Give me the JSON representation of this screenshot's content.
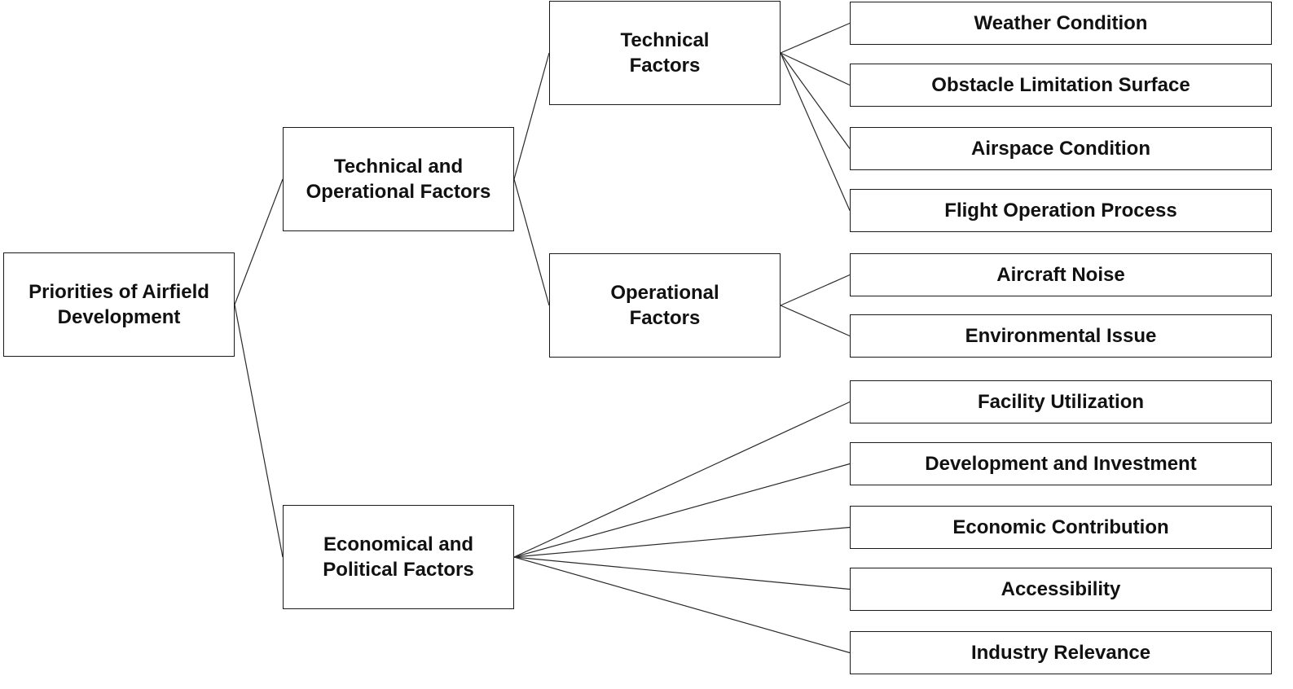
{
  "diagram": {
    "nodes": [
      {
        "id": "root",
        "label": "Priorities of Airfield\nDevelopment"
      },
      {
        "id": "tech_op",
        "label": "Technical and\nOperational Factors"
      },
      {
        "id": "econ_pol",
        "label": "Economical and\nPolitical Factors"
      },
      {
        "id": "technical",
        "label": "Technical\nFactors"
      },
      {
        "id": "operational",
        "label": "Operational\nFactors"
      },
      {
        "id": "weather",
        "label": "Weather Condition"
      },
      {
        "id": "obstacle",
        "label": "Obstacle Limitation Surface"
      },
      {
        "id": "airspace",
        "label": "Airspace Condition"
      },
      {
        "id": "flight_op",
        "label": "Flight Operation Process"
      },
      {
        "id": "noise",
        "label": "Aircraft Noise"
      },
      {
        "id": "env",
        "label": "Environmental Issue"
      },
      {
        "id": "facility",
        "label": "Facility Utilization"
      },
      {
        "id": "dev_inv",
        "label": "Development and Investment"
      },
      {
        "id": "econ_contrib",
        "label": "Economic Contribution"
      },
      {
        "id": "access",
        "label": "Accessibility"
      },
      {
        "id": "industry",
        "label": "Industry Relevance"
      }
    ],
    "edges": [
      {
        "from": "root",
        "to": "tech_op"
      },
      {
        "from": "root",
        "to": "econ_pol"
      },
      {
        "from": "tech_op",
        "to": "technical"
      },
      {
        "from": "tech_op",
        "to": "operational"
      },
      {
        "from": "technical",
        "to": "weather"
      },
      {
        "from": "technical",
        "to": "obstacle"
      },
      {
        "from": "technical",
        "to": "airspace"
      },
      {
        "from": "technical",
        "to": "flight_op"
      },
      {
        "from": "operational",
        "to": "noise"
      },
      {
        "from": "operational",
        "to": "env"
      },
      {
        "from": "econ_pol",
        "to": "facility"
      },
      {
        "from": "econ_pol",
        "to": "dev_inv"
      },
      {
        "from": "econ_pol",
        "to": "econ_contrib"
      },
      {
        "from": "econ_pol",
        "to": "access"
      },
      {
        "from": "econ_pol",
        "to": "industry"
      }
    ]
  }
}
